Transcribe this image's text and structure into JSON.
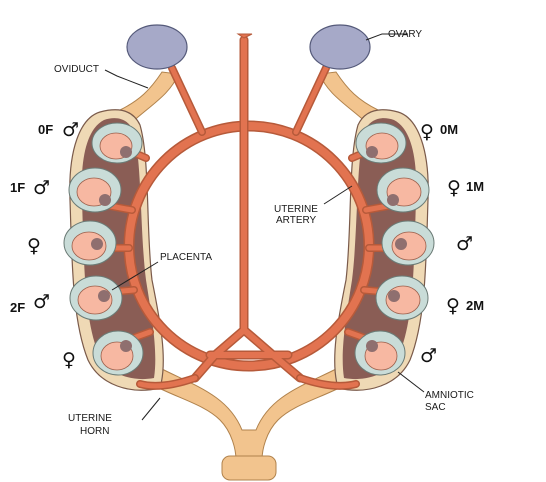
{
  "labels": {
    "oviduct": "OVIDUCT",
    "ovary": "OVARY",
    "uterine_artery_1": "UTERINE",
    "uterine_artery_2": "ARTERY",
    "placenta": "PLACENTA",
    "uterine_horn_1": "UTERINE",
    "uterine_horn_2": "HORN",
    "amniotic_sac_1": "AMNIOTIC",
    "amniotic_sac_2": "SAC"
  },
  "left_horn": {
    "fetuses": [
      {
        "position": "0F",
        "sex_symbol": "♂"
      },
      {
        "position": "1F",
        "sex_symbol": "♂"
      },
      {
        "position": "",
        "sex_symbol": "♀"
      },
      {
        "position": "2F",
        "sex_symbol": "♂"
      },
      {
        "position": "",
        "sex_symbol": "♀"
      }
    ]
  },
  "right_horn": {
    "fetuses": [
      {
        "position": "0M",
        "sex_symbol": "♀"
      },
      {
        "position": "1M",
        "sex_symbol": "♀"
      },
      {
        "position": "",
        "sex_symbol": "♂"
      },
      {
        "position": "2M",
        "sex_symbol": "♀"
      },
      {
        "position": "",
        "sex_symbol": "♂"
      }
    ]
  },
  "colors": {
    "ovary": "#a6a9c8",
    "oviduct": "#f2c48e",
    "horn_wall": "#8a5d55",
    "horn_outer": "#efd9b5",
    "artery": "#e27350",
    "amniotic_sac": "#c9dcd8",
    "fetus": "#f7b8a2",
    "placenta": "#8f6f6f"
  }
}
